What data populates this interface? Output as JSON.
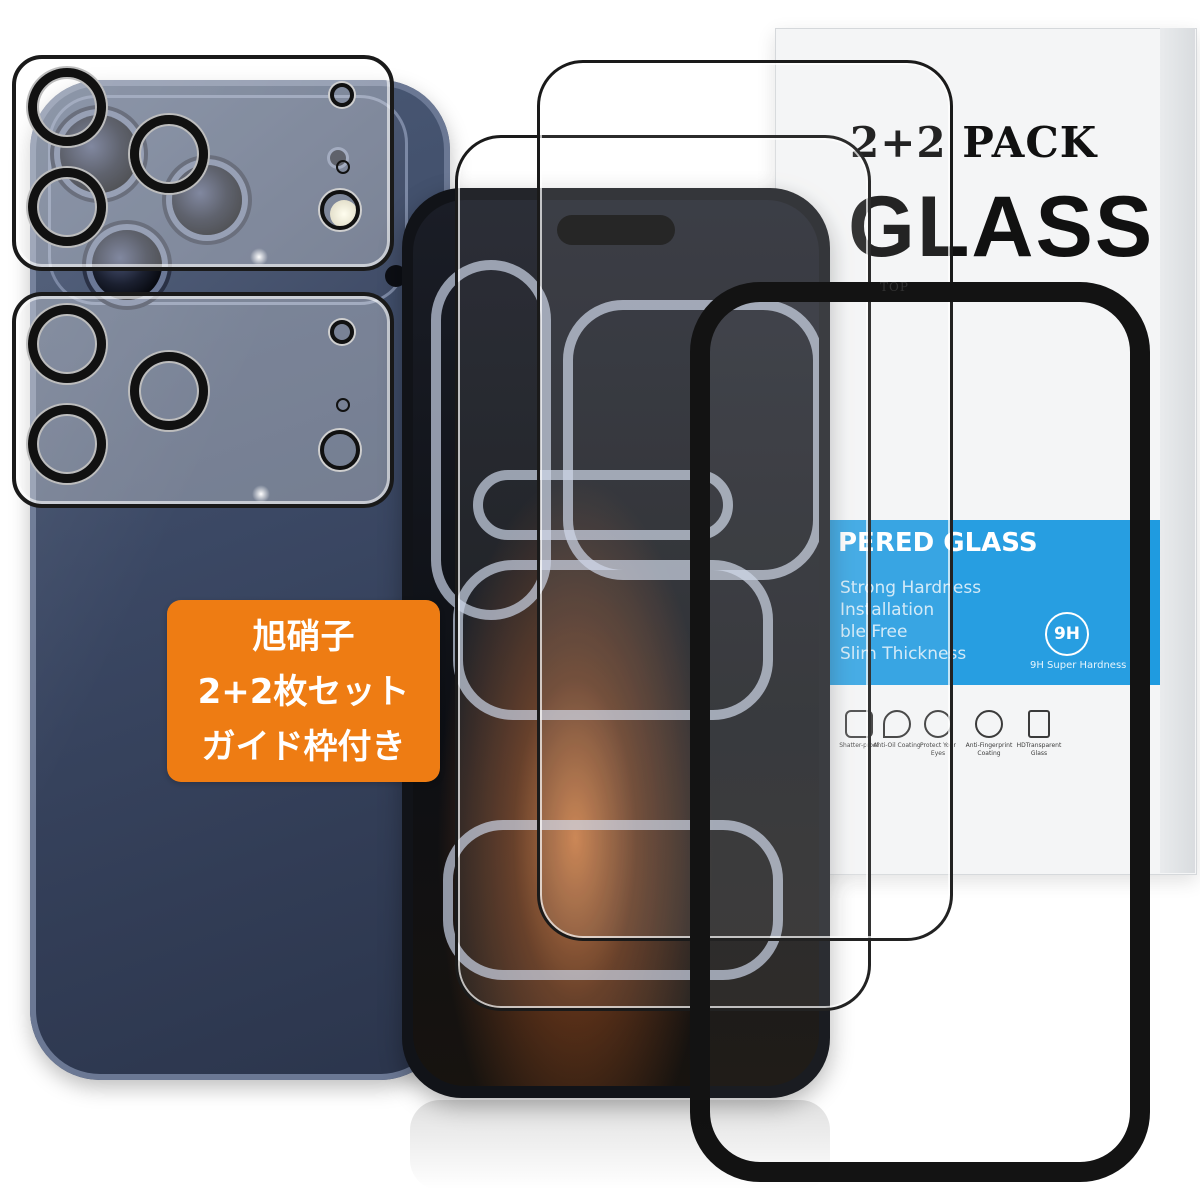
{
  "box": {
    "pack_label": "2+2 PACK",
    "glass_label": "GLASS",
    "tempered_label": "PERED GLASS",
    "features": [
      "Strong Hardness",
      "Installation",
      "ble Free",
      "Slim Thickness"
    ],
    "badge_9h": "9H",
    "badge_9h_sub": "9H Super Hardness",
    "icons": [
      {
        "name": "shatter-proof-icon",
        "label": "Shatter-proof"
      },
      {
        "name": "anti-oil-icon",
        "label": "Anti-Oil Coating"
      },
      {
        "name": "protect-eye-icon",
        "label": "Protect Your Eyes"
      },
      {
        "name": "fingerprint-icon",
        "label": "Anti-Fingerprint Coating"
      },
      {
        "name": "hd-transparent-icon",
        "label": "HDTransparent Glass"
      }
    ]
  },
  "guide_frame": {
    "top_label": "TOP"
  },
  "badge": {
    "line1": "旭硝子",
    "line2": "2+2枚セット",
    "line3": "ガイド枠付き",
    "color": "#ee7c13"
  },
  "colors": {
    "phone_titanium": "#3b4864",
    "box_band": "#1f9be0",
    "frame_black": "#131313"
  }
}
